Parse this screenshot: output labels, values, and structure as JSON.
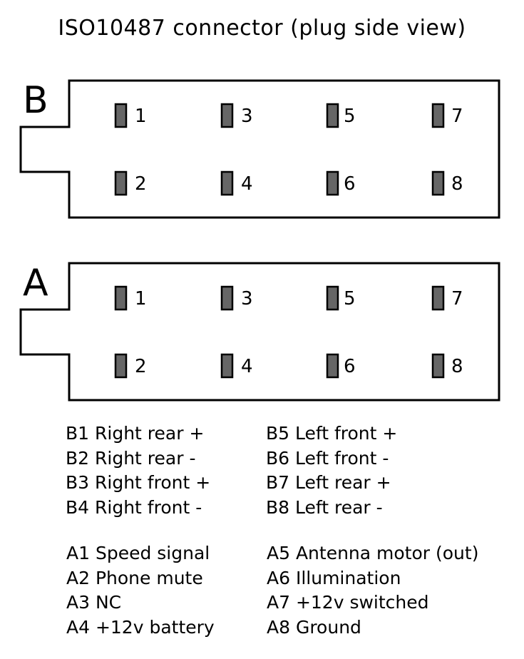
{
  "title": "ISO10487 connector (plug side view)",
  "connectors": [
    {
      "letter": "B",
      "pins": [
        {
          "number": "1"
        },
        {
          "number": "2"
        },
        {
          "number": "3"
        },
        {
          "number": "4"
        },
        {
          "number": "5"
        },
        {
          "number": "6"
        },
        {
          "number": "7"
        },
        {
          "number": "8"
        }
      ]
    },
    {
      "letter": "A",
      "pins": [
        {
          "number": "1"
        },
        {
          "number": "2"
        },
        {
          "number": "3"
        },
        {
          "number": "4"
        },
        {
          "number": "5"
        },
        {
          "number": "6"
        },
        {
          "number": "7"
        },
        {
          "number": "8"
        }
      ]
    }
  ],
  "legend": {
    "b_left": [
      "B1 Right rear +",
      "B2 Right rear -",
      "B3 Right front +",
      "B4 Right front -"
    ],
    "b_right": [
      "B5 Left front +",
      "B6 Left front -",
      "B7 Left rear +",
      "B8 Left rear -"
    ],
    "a_left": [
      "A1 Speed signal",
      "A2 Phone mute",
      "A3 NC",
      "A4 +12v battery"
    ],
    "a_right": [
      "A5 Antenna motor (out)",
      "A6 Illumination",
      "A7 +12v switched",
      "A8 Ground"
    ]
  },
  "colors": {
    "outline": "#000000",
    "pin_fill": "#666666",
    "background": "#ffffff"
  }
}
